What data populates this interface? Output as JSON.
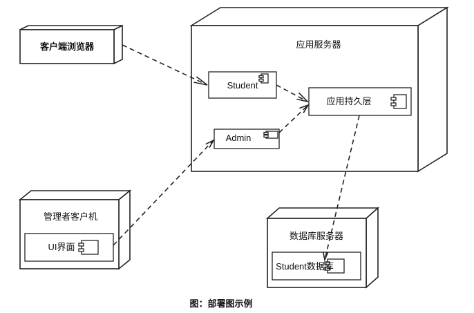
{
  "nodes": {
    "browser": {
      "label": "客户端浏览器"
    },
    "app_server": {
      "label": "应用服务器"
    },
    "admin_client": {
      "label": "管理者客户机"
    },
    "db_server": {
      "label": "数据库服务器"
    }
  },
  "components": {
    "student": {
      "label": "Student"
    },
    "admin": {
      "label": "Admin"
    },
    "persistence": {
      "label": "应用持久层"
    },
    "ui": {
      "label": "UI界面"
    },
    "student_db": {
      "label": "Student数据库"
    }
  },
  "caption": "图：部署图示例"
}
